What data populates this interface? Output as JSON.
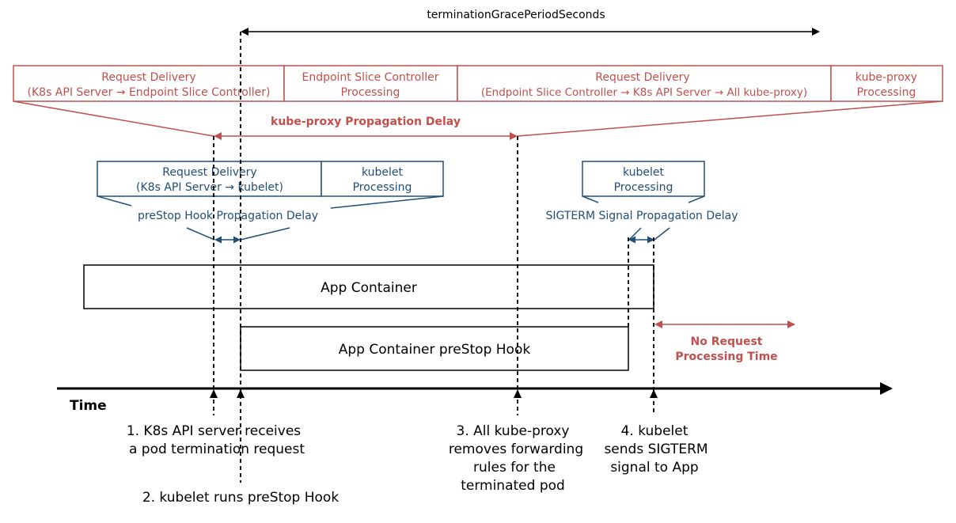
{
  "grace_period_label": "terminationGracePeriodSeconds",
  "endpoint_stages": [
    {
      "line1": "Request Delivery",
      "line2": "(K8s API Server → Endpoint Slice Controller)"
    },
    {
      "line1": "Endpoint Slice Controller",
      "line2": "Processing"
    },
    {
      "line1": "Request Delivery",
      "line2": "(Endpoint Slice Controller → K8s API Server → All kube-proxy)"
    },
    {
      "line1": "kube-proxy",
      "line2": "Processing"
    }
  ],
  "kube_proxy_delay_label": "kube-proxy Propagation Delay",
  "prestop_stages": [
    {
      "line1": "Request Delivery",
      "line2": "(K8s API Server → kubelet)"
    },
    {
      "line1": "kubelet",
      "line2": "Processing"
    }
  ],
  "prestop_delay_label": "preStop Hook Propagation Delay",
  "sigterm_stage": {
    "line1": "kubelet",
    "line2": "Processing"
  },
  "sigterm_delay_label": "SIGTERM Signal Propagation Delay",
  "app_container_label": "App Container",
  "prestop_hook_label": "App Container preStop Hook",
  "no_request_label": {
    "line1": "No Request",
    "line2": "Processing Time"
  },
  "time_label": "Time",
  "events": {
    "e1": {
      "line1": "1. K8s API server receives",
      "line2": "a pod termination request"
    },
    "e2": {
      "line1": "2. kubelet runs preStop Hook"
    },
    "e3": {
      "line1": "3. All kube-proxy",
      "line2": "removes forwarding",
      "line3": "rules for the",
      "line4": "terminated pod"
    },
    "e4": {
      "line1": "4. kubelet",
      "line2": "sends SIGTERM",
      "line3": "signal to App"
    }
  },
  "colors": {
    "red": "#c0504d",
    "blue": "#1f4e79",
    "black": "#000000"
  }
}
